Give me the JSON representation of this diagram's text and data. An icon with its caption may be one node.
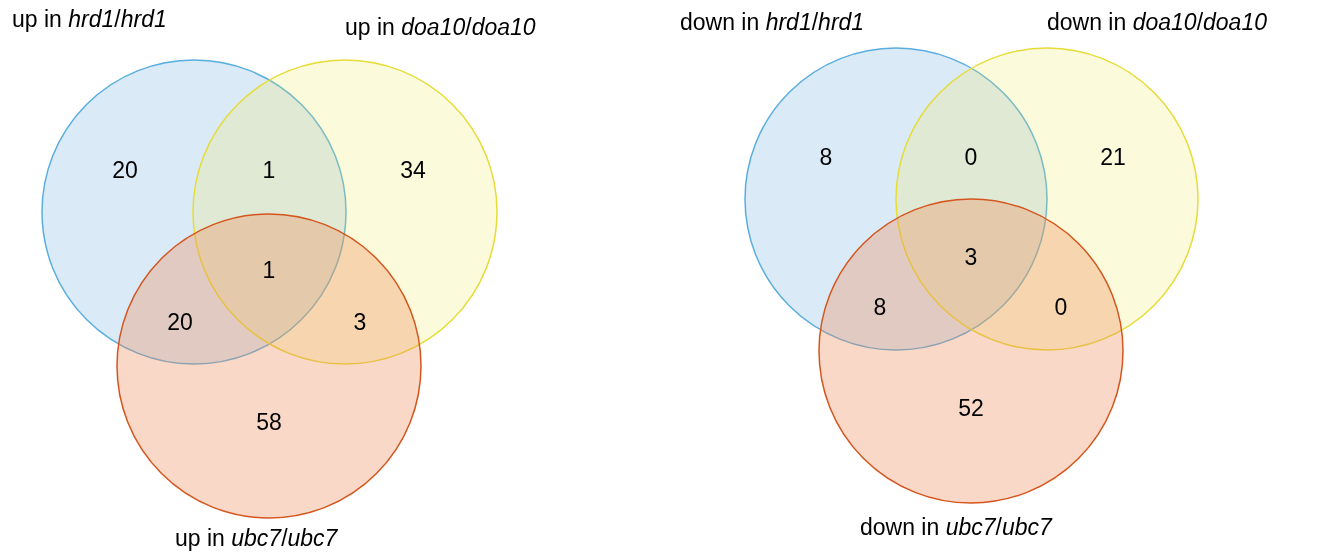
{
  "diagram": {
    "nodes": [
      {
        "text": [
          "up in *hrd1*/*hrd1*"
        ]
      },
      {
        "text": [
          "up in *doa10*/*doa10*"
        ]
      },
      {
        "text": [
          "up in *ubc7*/*ubc7*"
        ]
      },
      {
        "text": [
          "down in *hrd1*/*hrd1*"
        ]
      },
      {
        "text": [
          "down in *doa10*/*doa10*"
        ]
      },
      {
        "text": [
          "down in *ubc7*/*ubc7*"
        ]
      }
    ],
    "labels": [
      "20",
      "1",
      "34",
      "1",
      "20",
      "3",
      "58",
      "8",
      "0",
      "21",
      "3",
      "8",
      "0",
      "52"
    ]
  }
}
